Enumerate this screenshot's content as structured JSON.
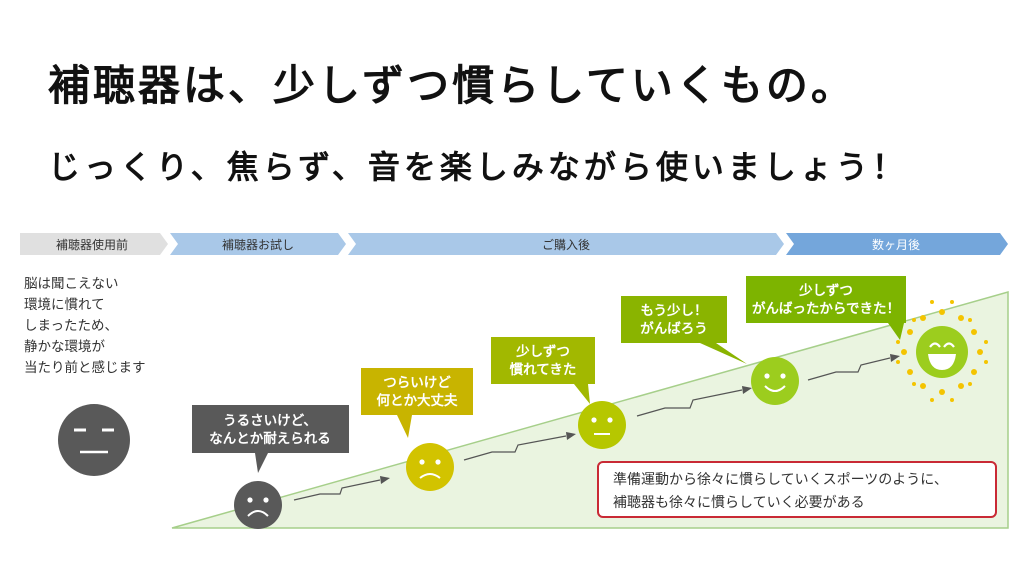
{
  "header": {
    "title": "補聴器は、少しずつ慣らしていくもの。",
    "subtitle": "じっくり、焦らず、音を楽しみながら使いましょう！"
  },
  "timeline": {
    "stages": [
      {
        "label": "補聴器使用前"
      },
      {
        "label": "補聴器お試し"
      },
      {
        "label": "ご購入後"
      },
      {
        "label": "数ヶ月後"
      }
    ],
    "colors": {
      "gray": "#e0e0e0",
      "light_blue": "#a9c8e8",
      "blue": "#74a6db"
    }
  },
  "side_note": {
    "text": "脳は聞こえない\n環境に慣れて\nしまったため、\n静かな環境が\n当たり前と感じます"
  },
  "bubbles": [
    {
      "lines": [
        "うるさいけど、",
        "なんとか耐えられる"
      ],
      "color": "#595959"
    },
    {
      "lines": [
        "つらいけど",
        "何とか大丈夫"
      ],
      "color": "#c8b400"
    },
    {
      "lines": [
        "少しずつ",
        "慣れてきた"
      ],
      "color": "#a2b800"
    },
    {
      "lines": [
        "もう少し！",
        "がんばろう"
      ],
      "color": "#8ab400"
    },
    {
      "lines": [
        "少しずつ",
        "がんばったからできた！"
      ],
      "color": "#7db400"
    }
  ],
  "faces": [
    {
      "mood": "neutral-face-icon",
      "color": "#595959"
    },
    {
      "mood": "frown-face-icon",
      "color": "#595959"
    },
    {
      "mood": "frown-face-icon",
      "color": "#d2c300"
    },
    {
      "mood": "smile-face-icon",
      "color": "#b6c700"
    },
    {
      "mood": "smile-face-icon",
      "color": "#9ccd1e"
    },
    {
      "mood": "sun-face-icon",
      "color": "#9ccd1e"
    }
  ],
  "note": {
    "line1": "準備運動から徐々に慣らしていくスポーツのように、",
    "line2": "補聴器も徐々に慣らしていく必要がある",
    "border_color": "#c92a35"
  }
}
